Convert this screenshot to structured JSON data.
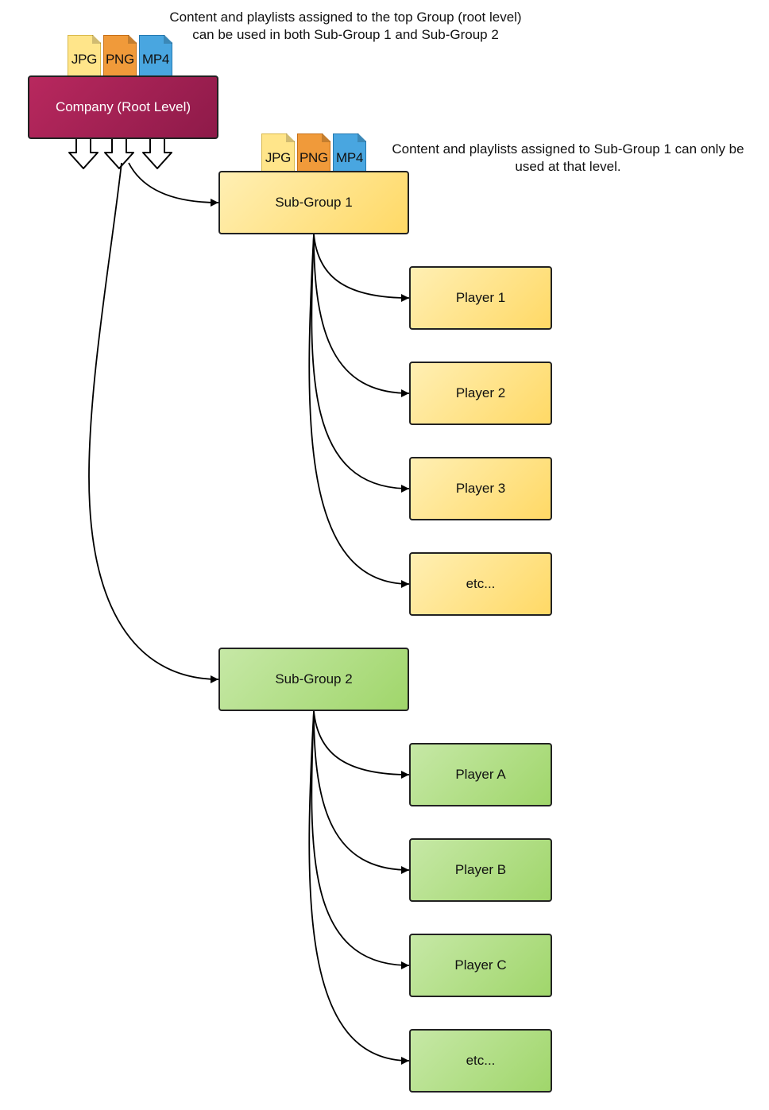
{
  "notes": {
    "root_line1": "Content and playlists assigned to the top Group (root level)",
    "root_line2": "can be used in both Sub-Group 1 and Sub-Group 2",
    "sub1_line1": "Content and playlists assigned to Sub-Group 1 can only be",
    "sub1_line2": "used at that level."
  },
  "file_types": [
    "JPG",
    "PNG",
    "MP4"
  ],
  "company": {
    "label": "Company (Root Level)"
  },
  "sub_group_1": {
    "label": "Sub-Group 1",
    "players": [
      "Player 1",
      "Player 2",
      "Player 3",
      "etc..."
    ]
  },
  "sub_group_2": {
    "label": "Sub-Group 2",
    "players": [
      "Player A",
      "Player B",
      "Player C",
      "etc..."
    ]
  },
  "colors": {
    "company": "#9e1f52",
    "sub_group_1": "#ffe08a",
    "sub_group_2": "#b3df88",
    "jpg": "#ffe58a",
    "png": "#f09a3a",
    "mp4": "#49a6e0",
    "connector": "#000000"
  }
}
